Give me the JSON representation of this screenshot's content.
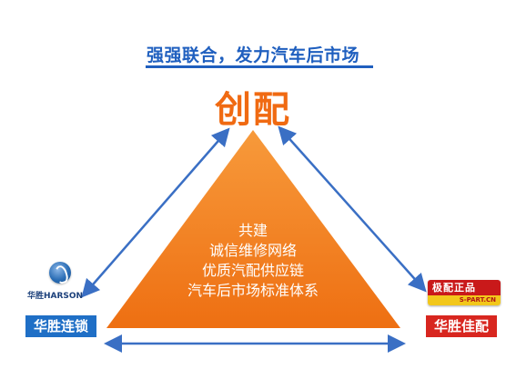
{
  "headline": "强强联合，发力汽车后市场",
  "brand_title": "创配",
  "triangle": {
    "lines": [
      "共建",
      "诚信维修网络",
      "优质汽配供应链",
      "汽车后市场标准体系"
    ],
    "fill_color": "#f07a1a"
  },
  "left_partner": {
    "logo_text": "华胜HARSON",
    "label": "华胜连锁",
    "color": "#1f6fc6"
  },
  "right_partner": {
    "logo_text_top": "极配正品",
    "logo_text_bottom": "S-PART.CN",
    "label": "华胜佳配",
    "color": "#d8261f"
  },
  "arrow_color": "#3a6fc4"
}
